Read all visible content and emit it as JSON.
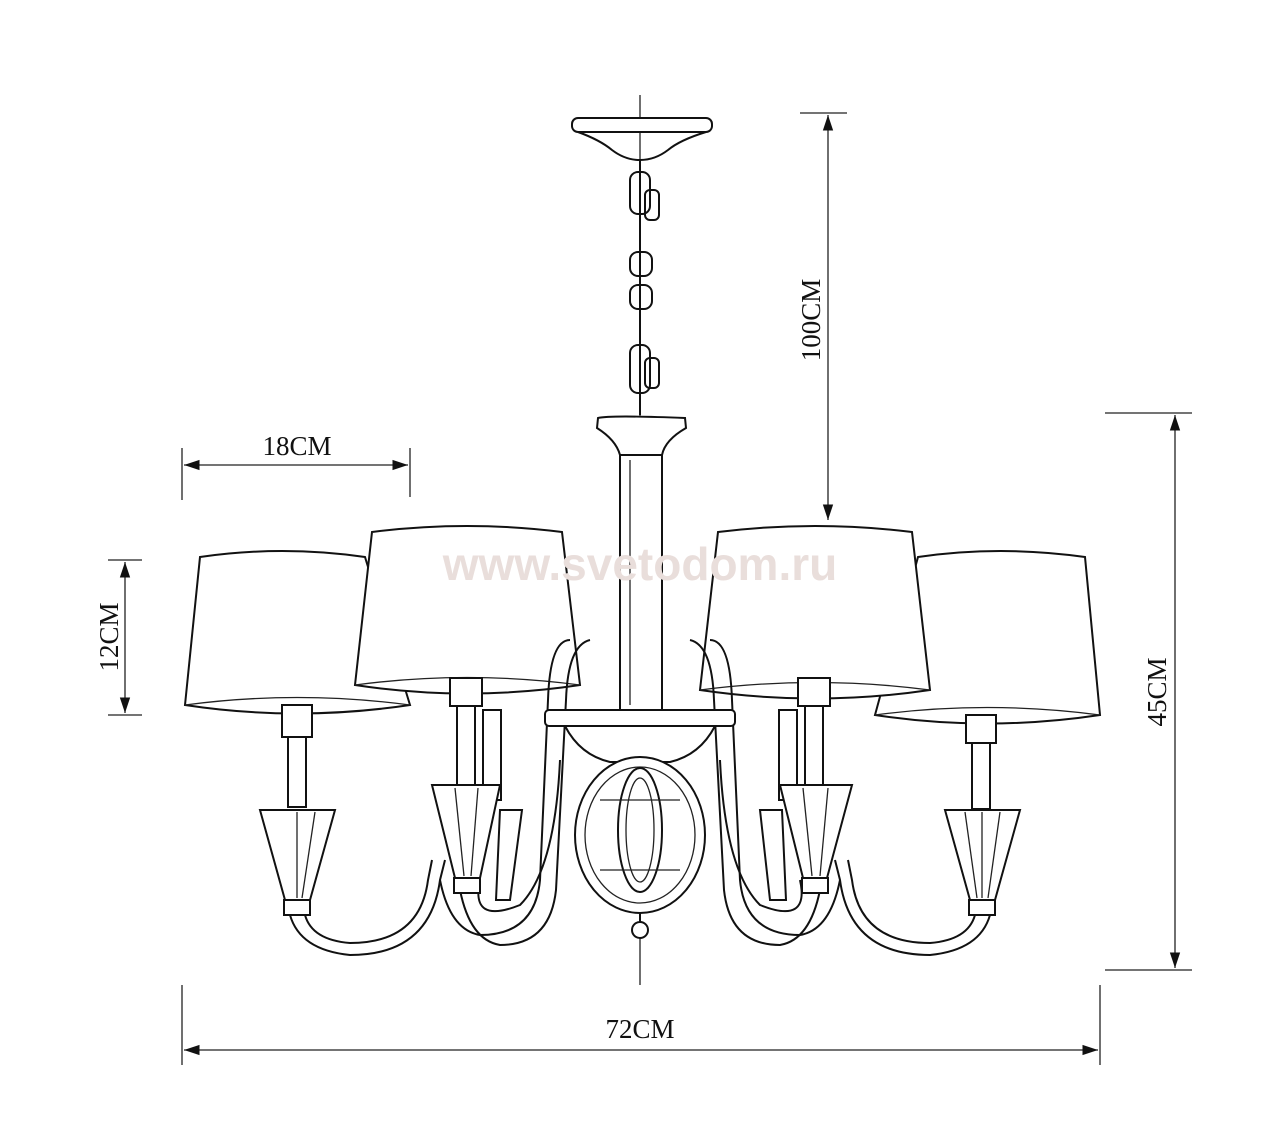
{
  "watermark": "www.svetodom.ru",
  "dimensions": {
    "shade_width": "18CM",
    "shade_height": "12CM",
    "chain_length": "100CM",
    "body_height": "45CM",
    "overall_width": "72CM"
  },
  "colors": {
    "lines": "#111111",
    "watermark": "#e9dedb"
  }
}
